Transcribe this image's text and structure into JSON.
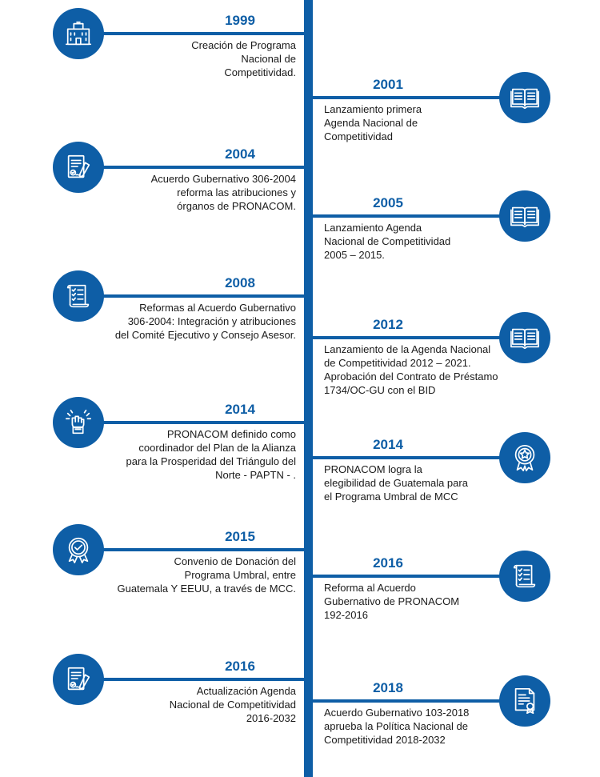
{
  "colors": {
    "primary": "#0e5ea6",
    "text": "#1a1a1a",
    "background": "#ffffff"
  },
  "left_events": [
    {
      "year": "1999",
      "icon": "building-icon",
      "lines": [
        "Creación de Programa",
        "Nacional de",
        "Competitividad."
      ]
    },
    {
      "year": "2004",
      "icon": "signed-document-icon",
      "lines": [
        "Acuerdo Gubernativo 306-2004",
        "reforma las atribuciones y",
        "órganos de PRONACOM."
      ]
    },
    {
      "year": "2008",
      "icon": "checklist-scroll-icon",
      "lines": [
        "Reformas al Acuerdo Gubernativo",
        "306-2004: Integración y atribuciones",
        "del Comité Ejecutivo y Consejo Asesor."
      ]
    },
    {
      "year": "2014",
      "icon": "raised-fist-icon",
      "lines": [
        "PRONACOM definido como",
        "coordinador del Plan de la Alianza",
        "para la Prosperidad del Triángulo del",
        "Norte - PAPTN - ."
      ]
    },
    {
      "year": "2015",
      "icon": "award-badge-icon",
      "lines": [
        "Convenio de Donación del",
        "Programa Umbral, entre",
        "Guatemala Y EEUU, a través de MCC."
      ]
    },
    {
      "year": "2016",
      "icon": "signed-document-icon",
      "lines": [
        "Actualización Agenda",
        "Nacional de Competitividad",
        "2016-2032"
      ]
    }
  ],
  "right_events": [
    {
      "year": "2001",
      "icon": "open-book-icon",
      "lines": [
        "Lanzamiento primera",
        "Agenda Nacional de",
        "Competitividad"
      ]
    },
    {
      "year": "2005",
      "icon": "open-book-icon",
      "lines": [
        "Lanzamiento Agenda",
        "Nacional de Competitividad",
        "2005 – 2015."
      ]
    },
    {
      "year": "2012",
      "icon": "open-book-icon",
      "lines": [
        "Lanzamiento de la Agenda Nacional",
        "de Competitividad 2012 – 2021.",
        "Aprobación del Contrato de Préstamo",
        "1734/OC-GU con el BID"
      ]
    },
    {
      "year": "2014",
      "icon": "star-medal-icon",
      "lines": [
        "PRONACOM logra la",
        "elegibilidad de Guatemala para",
        "el Programa Umbral de MCC"
      ]
    },
    {
      "year": "2016",
      "icon": "checklist-scroll-icon",
      "lines": [
        "Reforma al Acuerdo",
        "Gubernativo de PRONACOM",
        "192-2016"
      ]
    },
    {
      "year": "2018",
      "icon": "certificate-icon",
      "lines": [
        "Acuerdo Gubernativo 103-2018",
        "aprueba la Política Nacional de",
        "Competitividad 2018-2032"
      ]
    }
  ]
}
